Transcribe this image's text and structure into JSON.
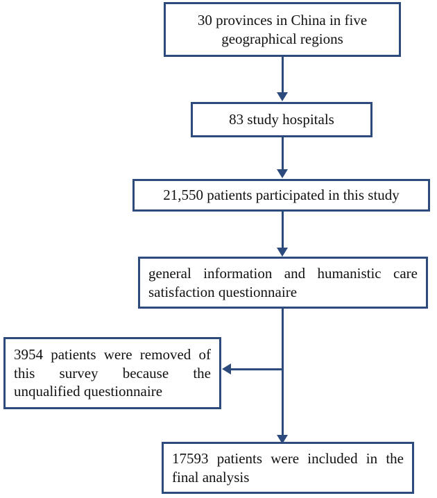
{
  "figure": {
    "type": "flowchart",
    "orientation": "top-to-bottom",
    "accent_color": "#2c4a7c",
    "text_color": "#111111",
    "background_color": "#ffffff"
  },
  "nodes": [
    {
      "id": "provinces",
      "text": "30 provinces in China in five geographical regions",
      "align": "center"
    },
    {
      "id": "hospitals",
      "text": "83 study hospitals",
      "align": "center"
    },
    {
      "id": "participants",
      "text": "21,550 patients participated in this study",
      "align": "center"
    },
    {
      "id": "questionnaire",
      "text": "general information and humanistic care satisfaction  questionnaire",
      "align": "justify"
    },
    {
      "id": "excluded",
      "text": "3954 patients were removed of this survey because the unqualified questionnaire",
      "align": "justify"
    },
    {
      "id": "included",
      "text": "17593 patients were included in the final analysis",
      "align": "justify"
    }
  ],
  "connectors": [
    {
      "id": "provinces-to-hospitals",
      "from": "provinces",
      "to": "hospitals",
      "direction": "down"
    },
    {
      "id": "hospitals-to-participants",
      "from": "hospitals",
      "to": "participants",
      "direction": "down"
    },
    {
      "id": "participants-to-questionnaire",
      "from": "participants",
      "to": "questionnaire",
      "direction": "down"
    },
    {
      "id": "questionnaire-to-excluded",
      "from": "questionnaire",
      "to": "excluded",
      "direction": "left"
    },
    {
      "id": "questionnaire-to-included",
      "from": "questionnaire",
      "to": "included",
      "direction": "down"
    }
  ]
}
